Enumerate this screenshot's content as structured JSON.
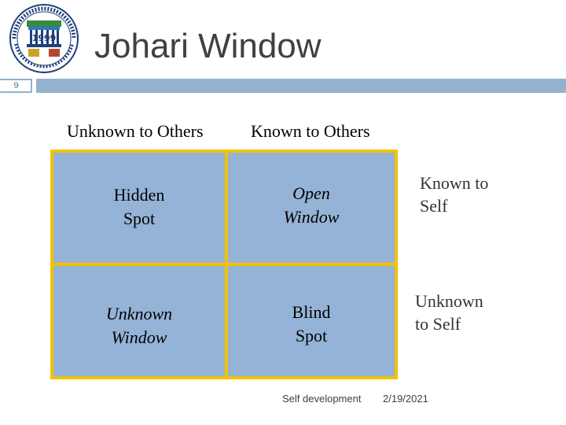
{
  "slide": {
    "title": "Johari Window",
    "number": "9"
  },
  "logo": {
    "icon": "institute-seal-icon",
    "text": "1999"
  },
  "columns": {
    "left": "Unknown to Others",
    "right": "Known to Others"
  },
  "grid": {
    "top_left": "Hidden\nSpot",
    "top_right": "Open\nWindow",
    "bottom_left": "Unknown\nWindow",
    "bottom_right": "Blind\nSpot"
  },
  "rows": {
    "top": "Known to\nSelf",
    "bottom": "Unknown\nto Self"
  },
  "footer": {
    "left": "Self development",
    "right": "2/19/2021"
  },
  "colors": {
    "accent_bar": "#92B2CE",
    "cell_fill": "#95B3D7",
    "grid_border": "#F2C200"
  }
}
